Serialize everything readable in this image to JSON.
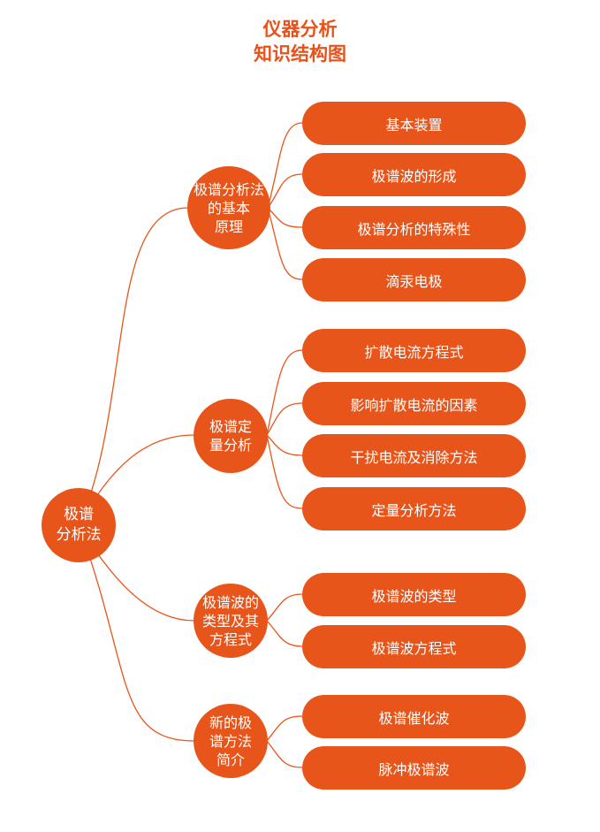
{
  "title": {
    "line1": "仪器分析",
    "line2": "知识结构图"
  },
  "root": {
    "line1": "极谱",
    "line2": "分析法"
  },
  "branches": [
    {
      "label_lines": [
        "极谱分析法",
        "的基本",
        "原理"
      ],
      "leaves": [
        "基本装置",
        "极谱波的形成",
        "极谱分析的特殊性",
        "滴汞电极"
      ]
    },
    {
      "label_lines": [
        "极谱定",
        "量分析"
      ],
      "leaves": [
        "扩散电流方程式",
        "影响扩散电流的因素",
        "干扰电流及消除方法",
        "定量分析方法"
      ]
    },
    {
      "label_lines": [
        "极谱波的",
        "类型及其",
        "方程式"
      ],
      "leaves": [
        "极谱波的类型",
        "极谱波方程式"
      ]
    },
    {
      "label_lines": [
        "新的极",
        "谱方法",
        "简介"
      ],
      "leaves": [
        "极谱催化波",
        "脉冲极谱波"
      ]
    }
  ],
  "colors": {
    "accent": "#E8521A",
    "node_fill": "#E8551A",
    "text_on_node": "#FFFFFF"
  }
}
